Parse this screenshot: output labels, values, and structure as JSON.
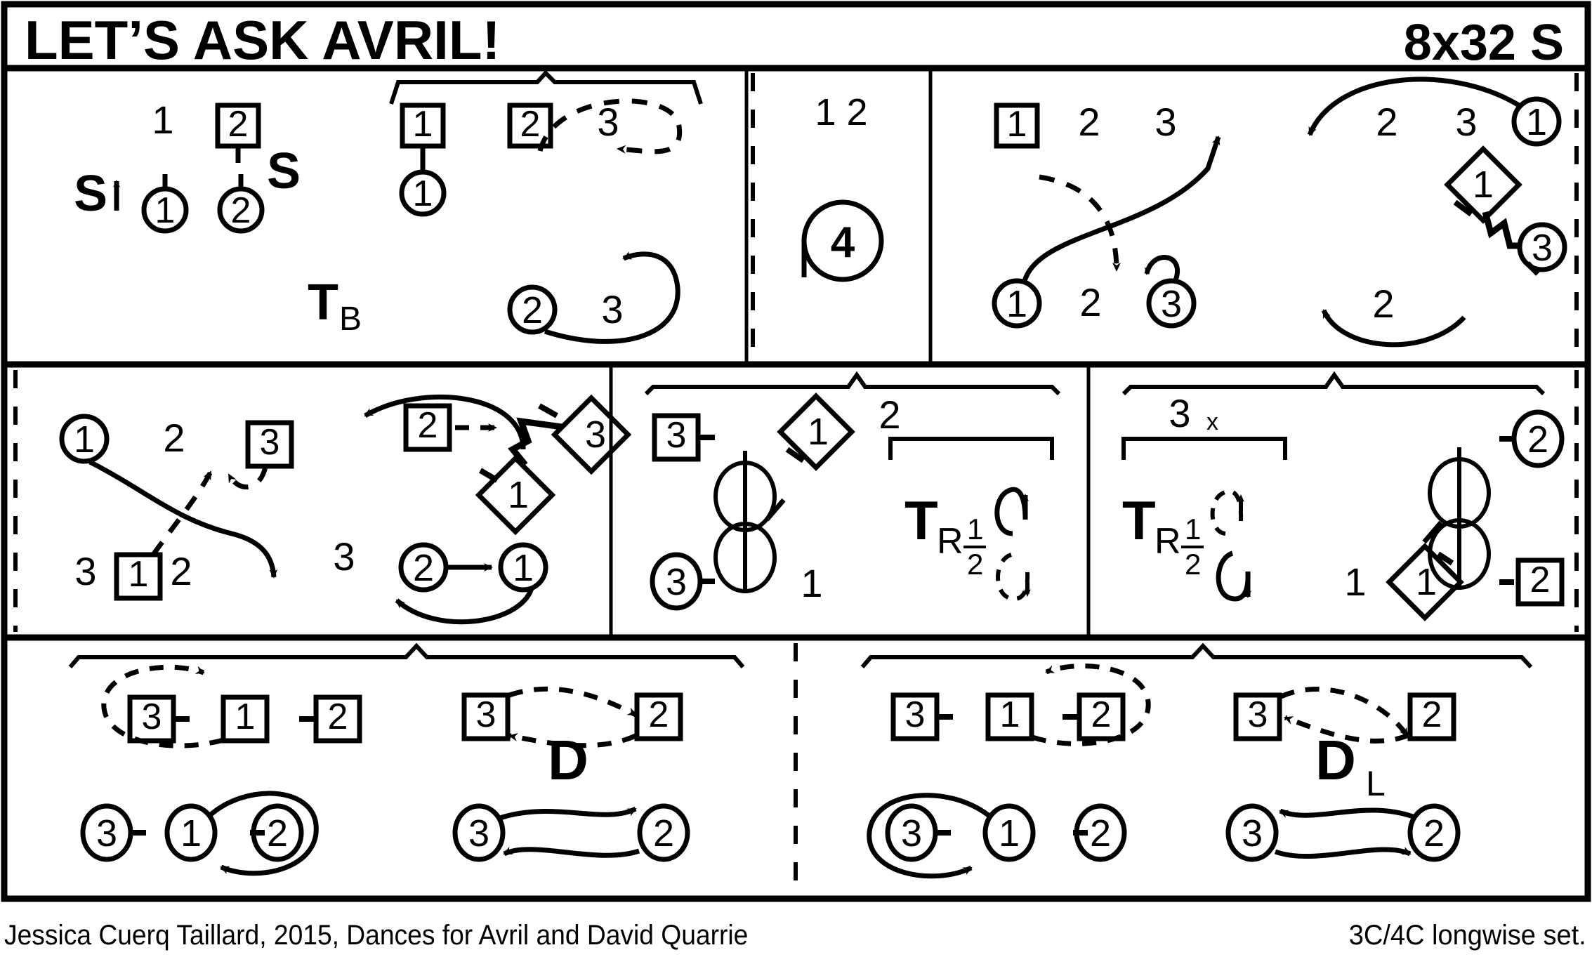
{
  "header": {
    "title": "LET’S ASK AVRIL!",
    "meta": "8x32 S"
  },
  "footer": {
    "credit": "Jessica Cuerq Taillard, 2015, Dances for Avril and David Quarrie",
    "set": "3C/4C longwise set."
  },
  "colors": {
    "ink": "#000000",
    "paper": "#ffffff"
  },
  "row1": {
    "panelA": {
      "men_row": [
        "1",
        "2"
      ],
      "women_row": [
        "1",
        "2"
      ],
      "set_label_left": "S",
      "set_label_right": "S",
      "arrow_up_icon": "up-arrow-icon"
    },
    "panelB": {
      "bracket_label": "",
      "men_row": [
        "1",
        "2",
        "3"
      ],
      "women_row": [
        "1",
        "2",
        "3"
      ],
      "turn_label": "T",
      "turn_sub": "B"
    },
    "panelC": {
      "bars_label": "1 2",
      "count_badge": "4"
    },
    "panelD": {
      "men_row": [
        "1",
        "2",
        "3"
      ],
      "women_row": [
        "1",
        "2",
        "3"
      ]
    },
    "panelE": {
      "men_row": [
        "2",
        "3",
        "1"
      ],
      "women_row": [
        "2",
        "1",
        "3"
      ]
    }
  },
  "row2": {
    "panelA": {
      "men_row": [
        "1",
        "2",
        "3"
      ],
      "women_row": [
        "3",
        "1",
        "2"
      ]
    },
    "panelB": {
      "men_row": [
        "2",
        "3",
        "1"
      ],
      "women_row": [
        "3",
        "2",
        "1"
      ]
    },
    "panelC": {
      "bracket_label": "2",
      "men_row": [
        "3",
        "1"
      ],
      "women_row": [
        "3",
        "1"
      ],
      "turn_label": "T",
      "turn_sub_r": "R",
      "turn_sub_num": "1",
      "turn_sub_den": "2"
    },
    "panelD": {
      "bracket_label": "3x",
      "men_row": [
        "2",
        "1"
      ],
      "women_row": [
        "2",
        "1"
      ],
      "turn_label": "T",
      "turn_sub_r": "R",
      "turn_sub_num": "1",
      "turn_sub_den": "2"
    }
  },
  "row3": {
    "panelA": {
      "men_row": [
        "3",
        "1",
        "2"
      ],
      "women_row": [
        "3",
        "1",
        "2"
      ],
      "men_row2": [
        "3",
        "2"
      ],
      "women_row2": [
        "3",
        "2"
      ],
      "figure_label": "D",
      "figure_sub": ""
    },
    "panelB": {
      "men_row": [
        "3",
        "1",
        "2"
      ],
      "women_row": [
        "3",
        "1",
        "2"
      ],
      "men_row2": [
        "3",
        "2"
      ],
      "women_row2": [
        "3",
        "2"
      ],
      "figure_label": "D",
      "figure_sub": "L"
    }
  },
  "icons": {
    "square_token": "square-dancer-token",
    "circle_token": "circle-dancer-token",
    "diamond_token": "diamond-dancer-token",
    "plain_token": "plain-dancer-token",
    "solid_arrow": "solid-path-arrow-icon",
    "dashed_arrow": "dashed-path-arrow-icon",
    "figure_eight": "figure-eight-icon",
    "bracket": "bar-bracket-icon",
    "hand_link": "hand-link-icon"
  }
}
